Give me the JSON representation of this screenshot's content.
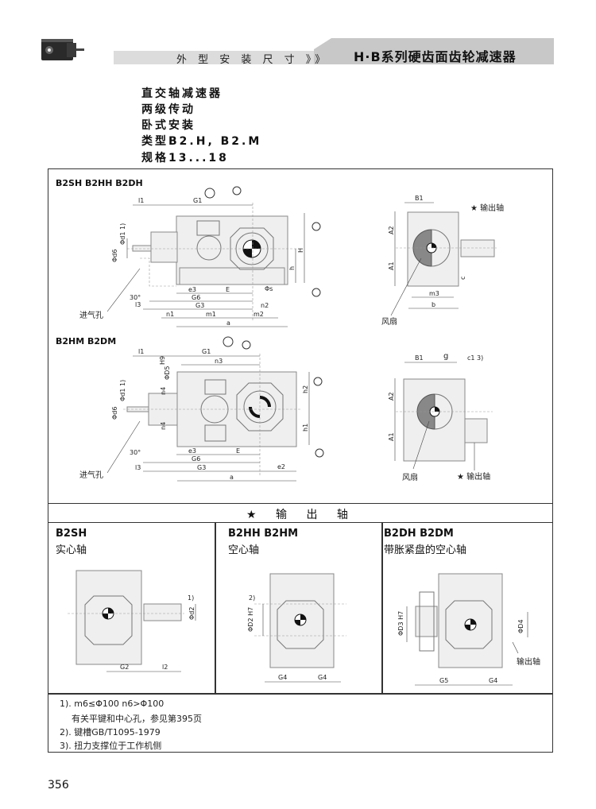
{
  "header": {
    "section_label": "外 型 安 装 尺 寸 》》",
    "title": "H·B系列硬齿面齿轮减速器"
  },
  "intro": [
    "直交轴减速器",
    "两级传动",
    "卧式安装",
    "类型B2.H, B2.M",
    "规格13...18"
  ],
  "drawing_top": {
    "title": "B2SH  B2HH  B2DH",
    "labels": {
      "l1": "l1",
      "G1": "G1",
      "d1": "Φd1 1)",
      "d6": "Φd6",
      "H": "H",
      "h": "h",
      "e3": "e3",
      "E": "E",
      "s": "Φs",
      "G6": "G6",
      "G3": "G3",
      "n2": "n2",
      "l3": "l3",
      "n1": "n1",
      "m1": "m1",
      "m2": "m2",
      "a": "a",
      "angle": "30°",
      "vent": "进气孔"
    }
  },
  "drawing_side_top": {
    "labels": {
      "B1": "B1",
      "output": "★ 输出轴",
      "A2": "A2",
      "A1": "A1",
      "c": "c",
      "m3": "m3",
      "b": "b",
      "fan": "风扇"
    }
  },
  "drawing_mid": {
    "title": "B2HM  B2DM",
    "labels": {
      "l1": "l1",
      "G1": "G1",
      "H9": "H9",
      "n3": "n3",
      "D5": "ΦD5",
      "d1": "Φd1 1)",
      "n4a": "n4",
      "n4b": "n4",
      "d6": "Φd6",
      "h2": "h2",
      "h1": "h1",
      "e3": "e3",
      "E": "E",
      "G6": "G6",
      "angle": "30°",
      "G3": "G3",
      "e2": "e2",
      "l3": "l3",
      "a": "a",
      "vent": "进气孔"
    }
  },
  "drawing_side_mid": {
    "labels": {
      "B1": "B1",
      "g": "g",
      "c1": "c1 3)",
      "A2": "A2",
      "A1": "A1",
      "fan": "风扇",
      "output": "★ 输出轴"
    }
  },
  "output_shaft_band": "★ 输 出 轴",
  "panels": [
    {
      "title": "B2SH",
      "subtitle": "实心轴",
      "labels": {
        "note": "1)",
        "d2": "Φd2",
        "G2": "G2",
        "l2": "l2"
      }
    },
    {
      "title": "B2HH  B2HM",
      "subtitle": "空心轴",
      "labels": {
        "note": "2)",
        "D2": "ΦD2 H7",
        "G4a": "G4",
        "G4b": "G4"
      }
    },
    {
      "title": "B2DH  B2DM",
      "subtitle": "带胀紧盘的空心轴",
      "labels": {
        "D3": "ΦD3 H7",
        "D4": "ΦD4",
        "output": "输出轴",
        "G5": "G5",
        "G4": "G4"
      }
    }
  ],
  "footnotes": [
    "1). m6≤Φ100  n6>Φ100",
    "有关平键和中心孔，参见第395页",
    "2). 键槽GB/T1095-1979",
    "3). 扭力支撑位于工作机侧"
  ],
  "page_number": "356"
}
